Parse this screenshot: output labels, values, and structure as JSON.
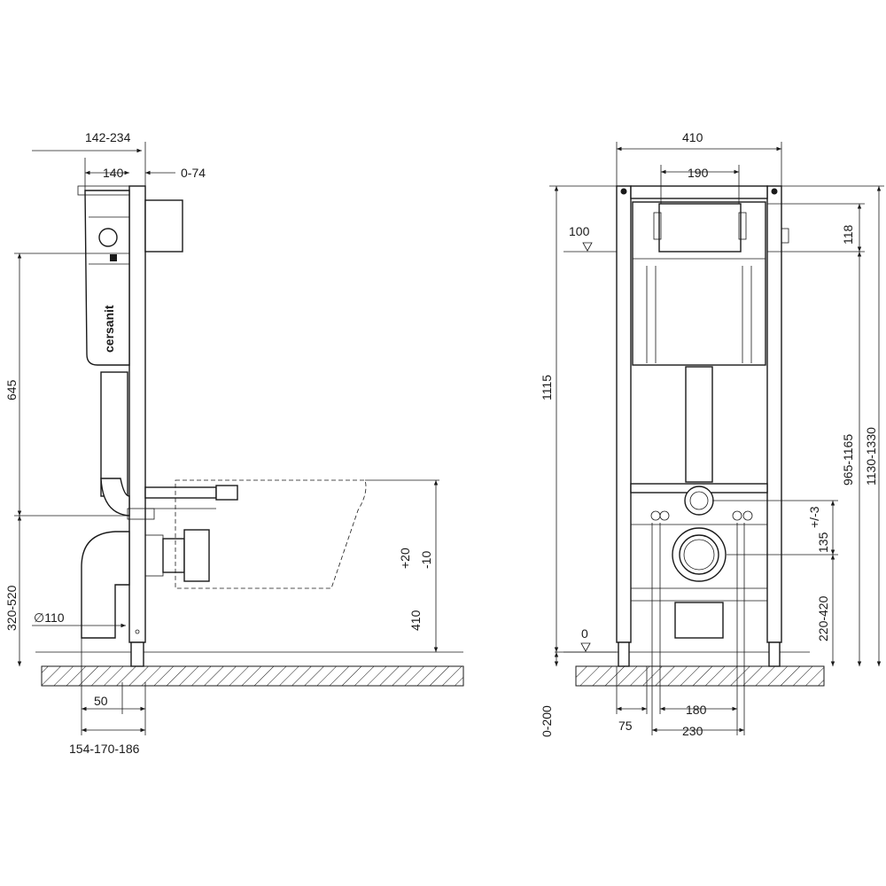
{
  "side_view": {
    "dims": {
      "top_width": "142-234",
      "depth_140": "140",
      "offset": "0-74",
      "height_645": "645",
      "height_320_520": "320-520",
      "pipe_diam": "∅110",
      "base_50": "50",
      "base_154": "154-170-186",
      "tol_plus": "+20",
      "tol_minus": "-10",
      "seat_410": "410"
    },
    "brand": "cersanit"
  },
  "front_view": {
    "dims": {
      "width_410": "410",
      "width_190": "190",
      "level_100": "100",
      "height_118": "118",
      "height_1115": "1115",
      "height_965_1165": "965-1165",
      "height_1130_1330": "1130-1330",
      "h_135": "135",
      "h_135_tol": "+/-3",
      "h_220_420": "220-420",
      "level_0": "0",
      "floor_0_200": "0-200",
      "w_75": "75",
      "w_180": "180",
      "w_230": "230"
    }
  },
  "colors": {
    "line": "#1a1a1a",
    "background": "#ffffff"
  }
}
